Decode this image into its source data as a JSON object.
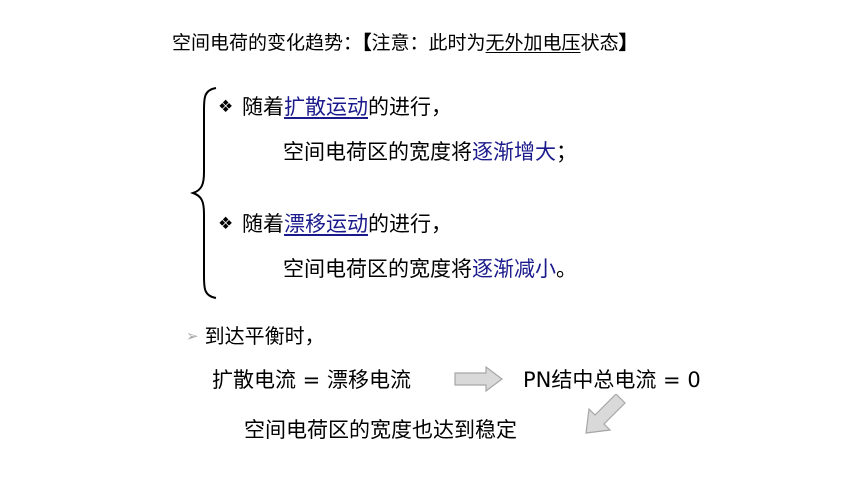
{
  "title": {
    "prefix": "空间电荷的变化趋势：",
    "bracket_open": "【",
    "note_start": "注意：此时为",
    "note_underlined": "无外加电压",
    "note_end": "状态",
    "bracket_close": "】"
  },
  "bullets": [
    {
      "marker": "❖",
      "lead": "随着",
      "link": "扩散运动",
      "tail": "的进行，",
      "detail_start": "空间电荷区的宽度将",
      "detail_emphasis": "逐渐增大",
      "detail_end": "；"
    },
    {
      "marker": "❖",
      "lead": "随着",
      "link": "漂移运动",
      "tail": "的进行，",
      "detail_start": "空间电荷区的宽度将",
      "detail_emphasis": "逐渐减小",
      "detail_end": "。"
    }
  ],
  "equilibrium": {
    "marker": "➢",
    "heading": "到达平衡时，",
    "equation_left": "扩散电流 = 漂移电流",
    "equation_right": "PN结中总电流 = 0",
    "result": "空间电荷区的宽度也达到稳定"
  },
  "colors": {
    "emphasis": "#1a1a8c",
    "arrow_fill": "#d9d9d9",
    "arrow_stroke": "#a6a6a6",
    "brace": "#000000"
  }
}
